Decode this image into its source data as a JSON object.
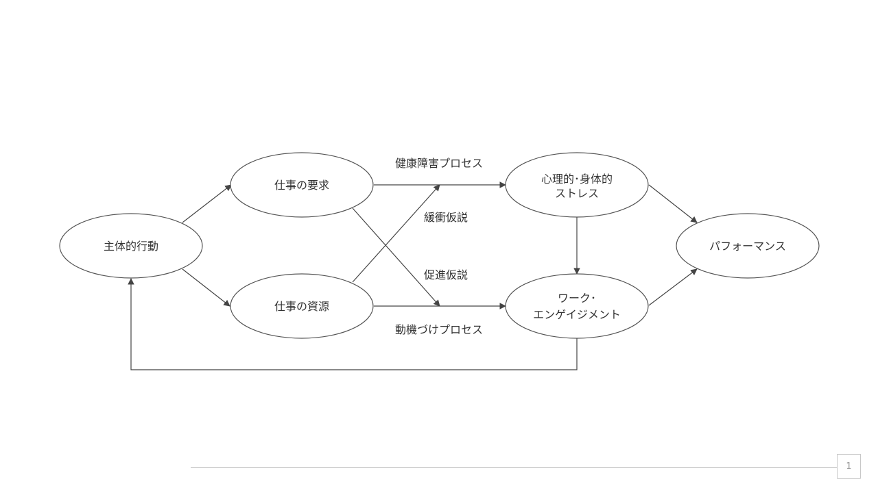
{
  "diagram": {
    "nodes": {
      "proactive": {
        "lines": [
          "主体的行動"
        ]
      },
      "demands": {
        "lines": [
          "仕事の要求"
        ]
      },
      "resources": {
        "lines": [
          "仕事の資源"
        ]
      },
      "stress": {
        "lines": [
          "心理的･身体的",
          "ストレス"
        ]
      },
      "engagement": {
        "lines": [
          "ワーク･",
          "エンゲイジメント"
        ]
      },
      "performance": {
        "lines": [
          "パフォーマンス"
        ]
      }
    },
    "edge_labels": {
      "health_process": "健康障害プロセス",
      "buffer": "緩衝仮説",
      "promotion": "促進仮説",
      "motivation_process": "動機づけプロセス"
    }
  },
  "footer": {
    "page_number": "1"
  }
}
